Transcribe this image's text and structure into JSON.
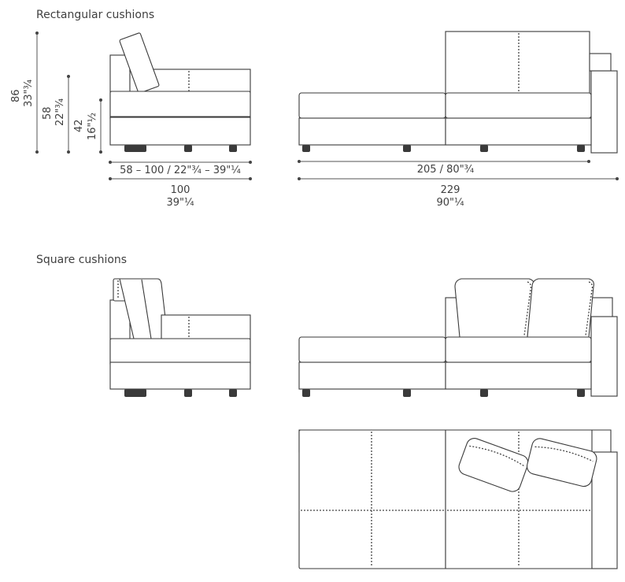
{
  "sections": {
    "rectangular_title": "Rectangular cushions",
    "square_title": "Square cushions"
  },
  "dimensions": {
    "height_total_cm": "86",
    "height_total_in": "33\"¾",
    "height_back_cm": "58",
    "height_back_in": "22\"¾",
    "height_seat_cm": "42",
    "height_seat_in": "16\"½",
    "depth_range": "58 – 100 / 22\"¾ – 39\"¼",
    "depth_cm": "100",
    "depth_in": "39\"¼",
    "seat_width": "205 / 80\"¾",
    "total_width_cm": "229",
    "total_width_in": "90\"¼"
  }
}
